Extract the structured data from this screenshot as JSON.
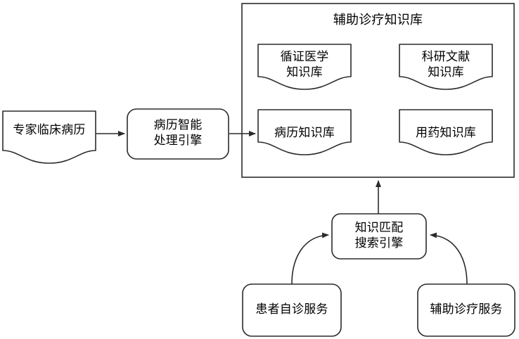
{
  "diagram": {
    "title": "辅助诊疗知识库",
    "stroke_color": "#2b2b2b",
    "fill_color": "#ffffff",
    "text_color": "#000000",
    "container": {
      "name": "辅助诊疗知识库",
      "label": "辅助诊疗知识库"
    },
    "nodes": [
      {
        "id": "expert-clinical-records",
        "label": "专家临床病历",
        "shape": "document"
      },
      {
        "id": "record-processing-engine",
        "label": "病历智能\n处理引擎",
        "shape": "rounded-rect"
      },
      {
        "id": "evidence-based-medicine-kb",
        "label": "循证医学\n知识库",
        "shape": "document"
      },
      {
        "id": "research-literature-kb",
        "label": "科研文献\n知识库",
        "shape": "document"
      },
      {
        "id": "medical-record-kb",
        "label": "病历知识库",
        "shape": "document"
      },
      {
        "id": "medication-kb",
        "label": "用药知识库",
        "shape": "document"
      },
      {
        "id": "knowledge-match-search-engine",
        "label": "知识匹配\n搜索引擎",
        "shape": "rounded-rect"
      },
      {
        "id": "patient-self-diagnosis-service",
        "label": "患者自诊服务",
        "shape": "rounded-rect"
      },
      {
        "id": "assisted-diagnosis-service",
        "label": "辅助诊疗服务",
        "shape": "rounded-rect"
      }
    ],
    "edges": [
      {
        "id": "edge-records-to-engine",
        "from": "专家临床病历",
        "to": "病历智能处理引擎",
        "style": "straight-arrow"
      },
      {
        "id": "edge-engine-to-record-kb",
        "from": "病历智能处理引擎",
        "to": "病历知识库",
        "style": "straight-arrow"
      },
      {
        "id": "edge-search-to-knowledge-base",
        "from": "知识匹配搜索引擎",
        "to": "辅助诊疗知识库",
        "style": "straight-arrow"
      },
      {
        "id": "edge-patient-to-search",
        "from": "患者自诊服务",
        "to": "知识匹配搜索引擎",
        "style": "curved-arrow"
      },
      {
        "id": "edge-assisted-to-search",
        "from": "辅助诊疗服务",
        "to": "知识匹配搜索引擎",
        "style": "curved-arrow"
      }
    ]
  }
}
